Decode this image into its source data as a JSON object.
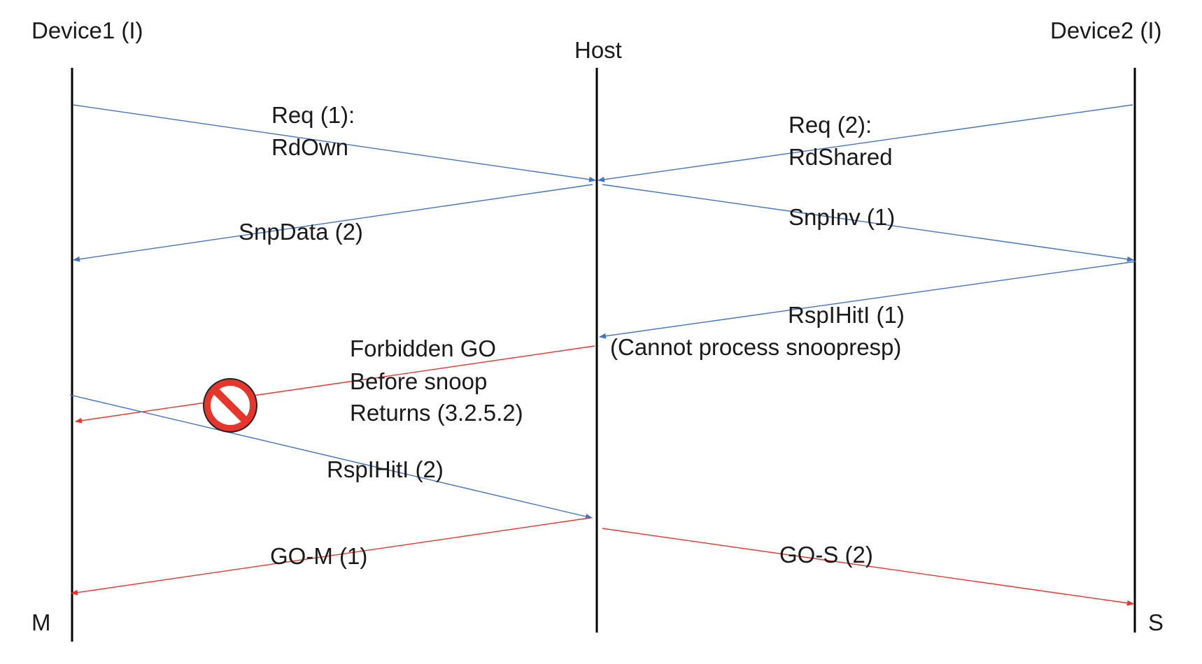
{
  "participants": {
    "device1": "Device1 (I)",
    "host": "Host",
    "device2": "Device2 (I)"
  },
  "final_states": {
    "device1": "M",
    "device2": "S"
  },
  "messages": {
    "req1": [
      "Req (1):",
      "RdOwn"
    ],
    "req2": [
      "Req (2):",
      "RdShared"
    ],
    "snpdata2": "SnpData (2)",
    "snpinv1": "SnpInv (1)",
    "rspihiti1": "RspIHitI (1)",
    "rspihiti1_note": "(Cannot process snoopresp)",
    "forbidden": [
      "Forbidden GO",
      "Before snoop",
      "Returns (3.2.5.2)"
    ],
    "rspihiti2": "RspIHitI (2)",
    "gom1": "GO-M (1)",
    "gos2": "GO-S (2)"
  },
  "icons": {
    "forbidden": "prohibited-icon"
  },
  "colors": {
    "request": "#4472c4",
    "go": "#e8352b",
    "prohibited": "#e8352b"
  }
}
